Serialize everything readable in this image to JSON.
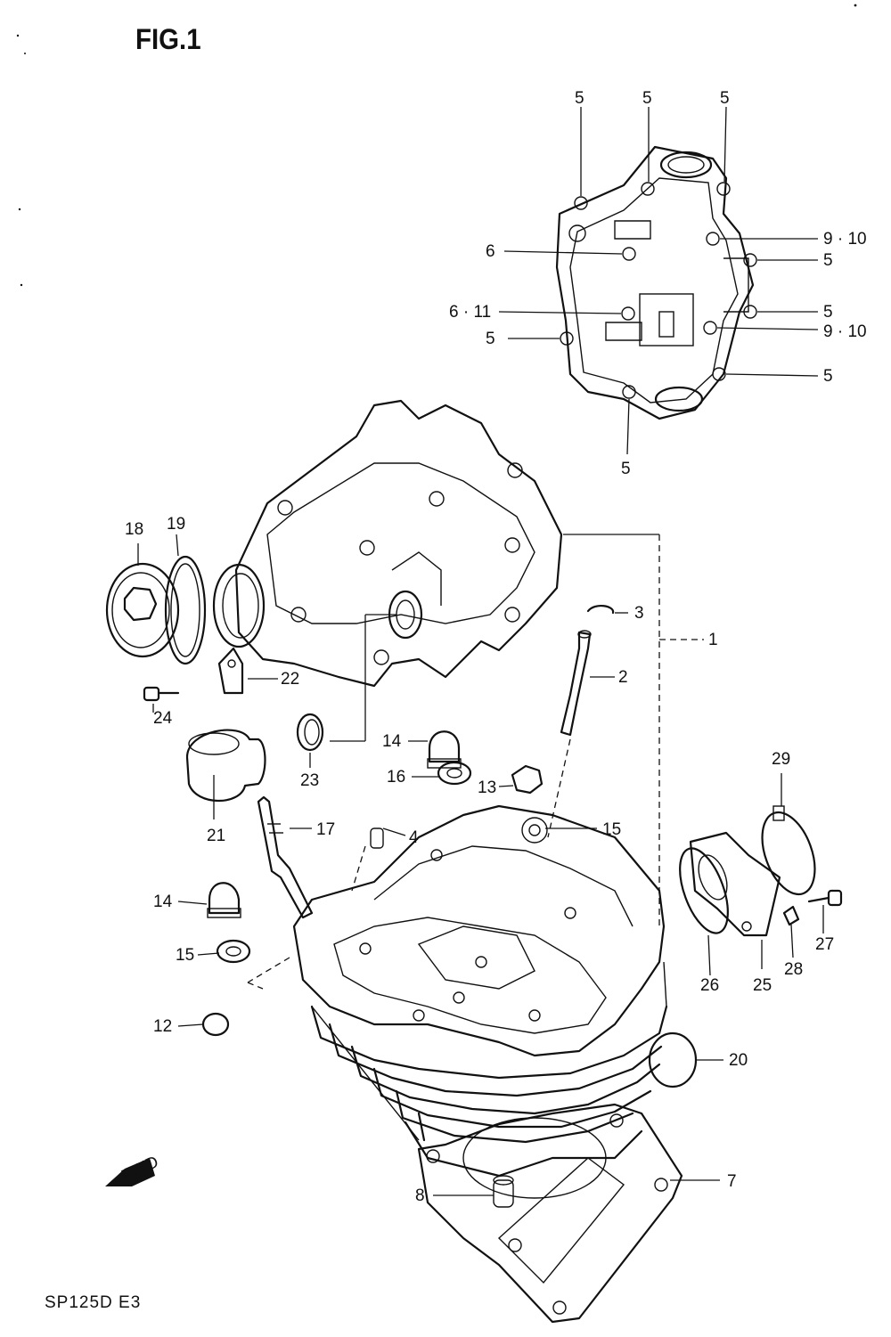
{
  "figure": {
    "title": "FIG.1",
    "footer": "SP125D E3",
    "fwd_label": "FWD"
  },
  "callouts": {
    "c1": "1",
    "c2": "2",
    "c3": "3",
    "c4": "4",
    "c5a": "5",
    "c5b": "5",
    "c5c": "5",
    "c5d": "5",
    "c5e": "5",
    "c5f": "5",
    "c5g": "5",
    "c5h": "5",
    "c6": "6",
    "c6_11": "6 · 11",
    "c7": "7",
    "c8": "8",
    "c9_10a": "9 · 10",
    "c9_10b": "9 · 10",
    "c12": "12",
    "c13": "13",
    "c14a": "14",
    "c14b": "14",
    "c15a": "15",
    "c15b": "15",
    "c16": "16",
    "c17": "17",
    "c18": "18",
    "c19": "19",
    "c20": "20",
    "c21": "21",
    "c22": "22",
    "c23": "23",
    "c24": "24",
    "c25": "25",
    "c26": "26",
    "c27": "27",
    "c28": "28",
    "c29": "29"
  }
}
